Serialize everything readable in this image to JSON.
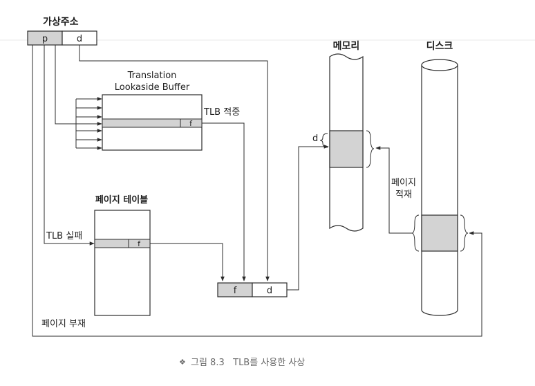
{
  "virtual_address": {
    "title": "가상주소",
    "p": "p",
    "d": "d"
  },
  "tlb": {
    "title_line1": "Translation",
    "title_line2": "Lookaside Buffer",
    "entry_f": "f",
    "hit_label": "TLB 적중"
  },
  "page_table": {
    "title": "페이지 테이블",
    "entry_f": "f",
    "miss_label": "TLB 실패"
  },
  "physical_address": {
    "f": "f",
    "d": "d"
  },
  "memory": {
    "title": "메모리",
    "d_marker": "d"
  },
  "disk": {
    "title": "디스크"
  },
  "page_load": {
    "line1": "페이지",
    "line2": "적재"
  },
  "page_fault": "페이지 부재",
  "caption": {
    "bullet": "❖",
    "text": "그림 8.3   TLB를 사용한 사상"
  },
  "colors": {
    "shaded": "#d3d3d3",
    "line": "#2b2b2b",
    "background": "#ffffff"
  }
}
